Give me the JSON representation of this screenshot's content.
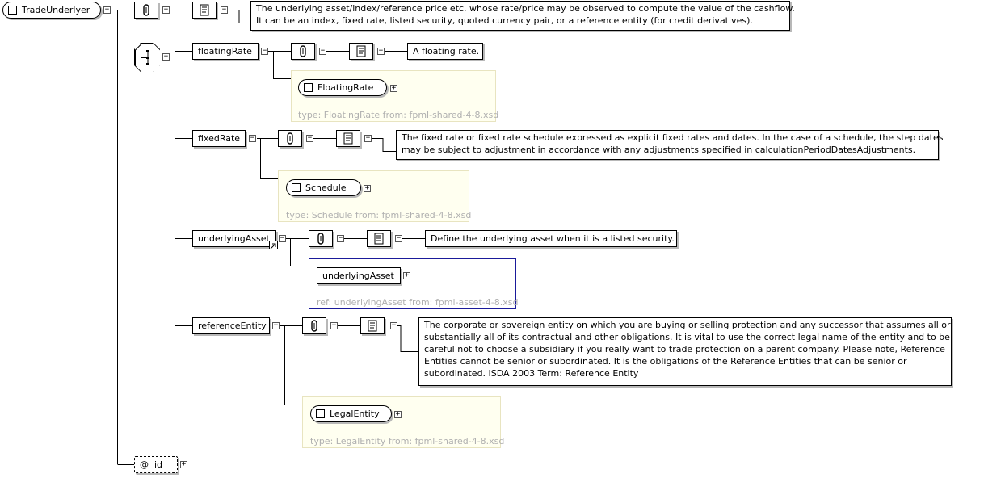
{
  "root": {
    "name": "TradeUnderlyer",
    "doc": [
      "The underlying asset/index/reference price etc. whose rate/price may be observed to compute the value of the cashflow.",
      "It can be an index, fixed rate, listed security, quoted currency pair, or a reference entity (for credit derivatives)."
    ]
  },
  "floatingRate": {
    "name": "floatingRate",
    "doc": "A floating rate.",
    "type_name": "FloatingRate",
    "type_info": "type: FloatingRate from: fpml-shared-4-8.xsd"
  },
  "fixedRate": {
    "name": "fixedRate",
    "doc": [
      "The fixed rate or fixed rate schedule expressed as explicit fixed rates and dates. In the case of a schedule, the step dates",
      "may be subject to adjustment in accordance with any adjustments specified in calculationPeriodDatesAdjustments."
    ],
    "type_name": "Schedule",
    "type_info": "type: Schedule from: fpml-shared-4-8.xsd"
  },
  "underlyingAsset": {
    "name": "underlyingAsset",
    "doc": "Define the underlying asset when it is a listed security.",
    "ref_name": "underlyingAsset",
    "ref_info": "ref: underlyingAsset from: fpml-asset-4-8.xsd"
  },
  "referenceEntity": {
    "name": "referenceEntity",
    "doc": [
      "The corporate or sovereign entity on which you are buying or selling protection and any successor that assumes all or",
      "substantially all of its contractual and other obligations. It is vital to use the correct legal name of the entity and to be",
      "careful not to choose a subsidiary if you really want to trade protection on a parent company. Please note, Reference",
      "Entities cannot be senior or subordinated. It is the obligations of the Reference Entities that can be senior or",
      "subordinated. ISDA 2003 Term: Reference Entity"
    ],
    "type_name": "LegalEntity",
    "type_info": "type: LegalEntity from: fpml-shared-4-8.xsd"
  },
  "attribute": {
    "symbol": "@",
    "name": "id"
  },
  "icons": {
    "expand": "+",
    "collapse": "−"
  }
}
